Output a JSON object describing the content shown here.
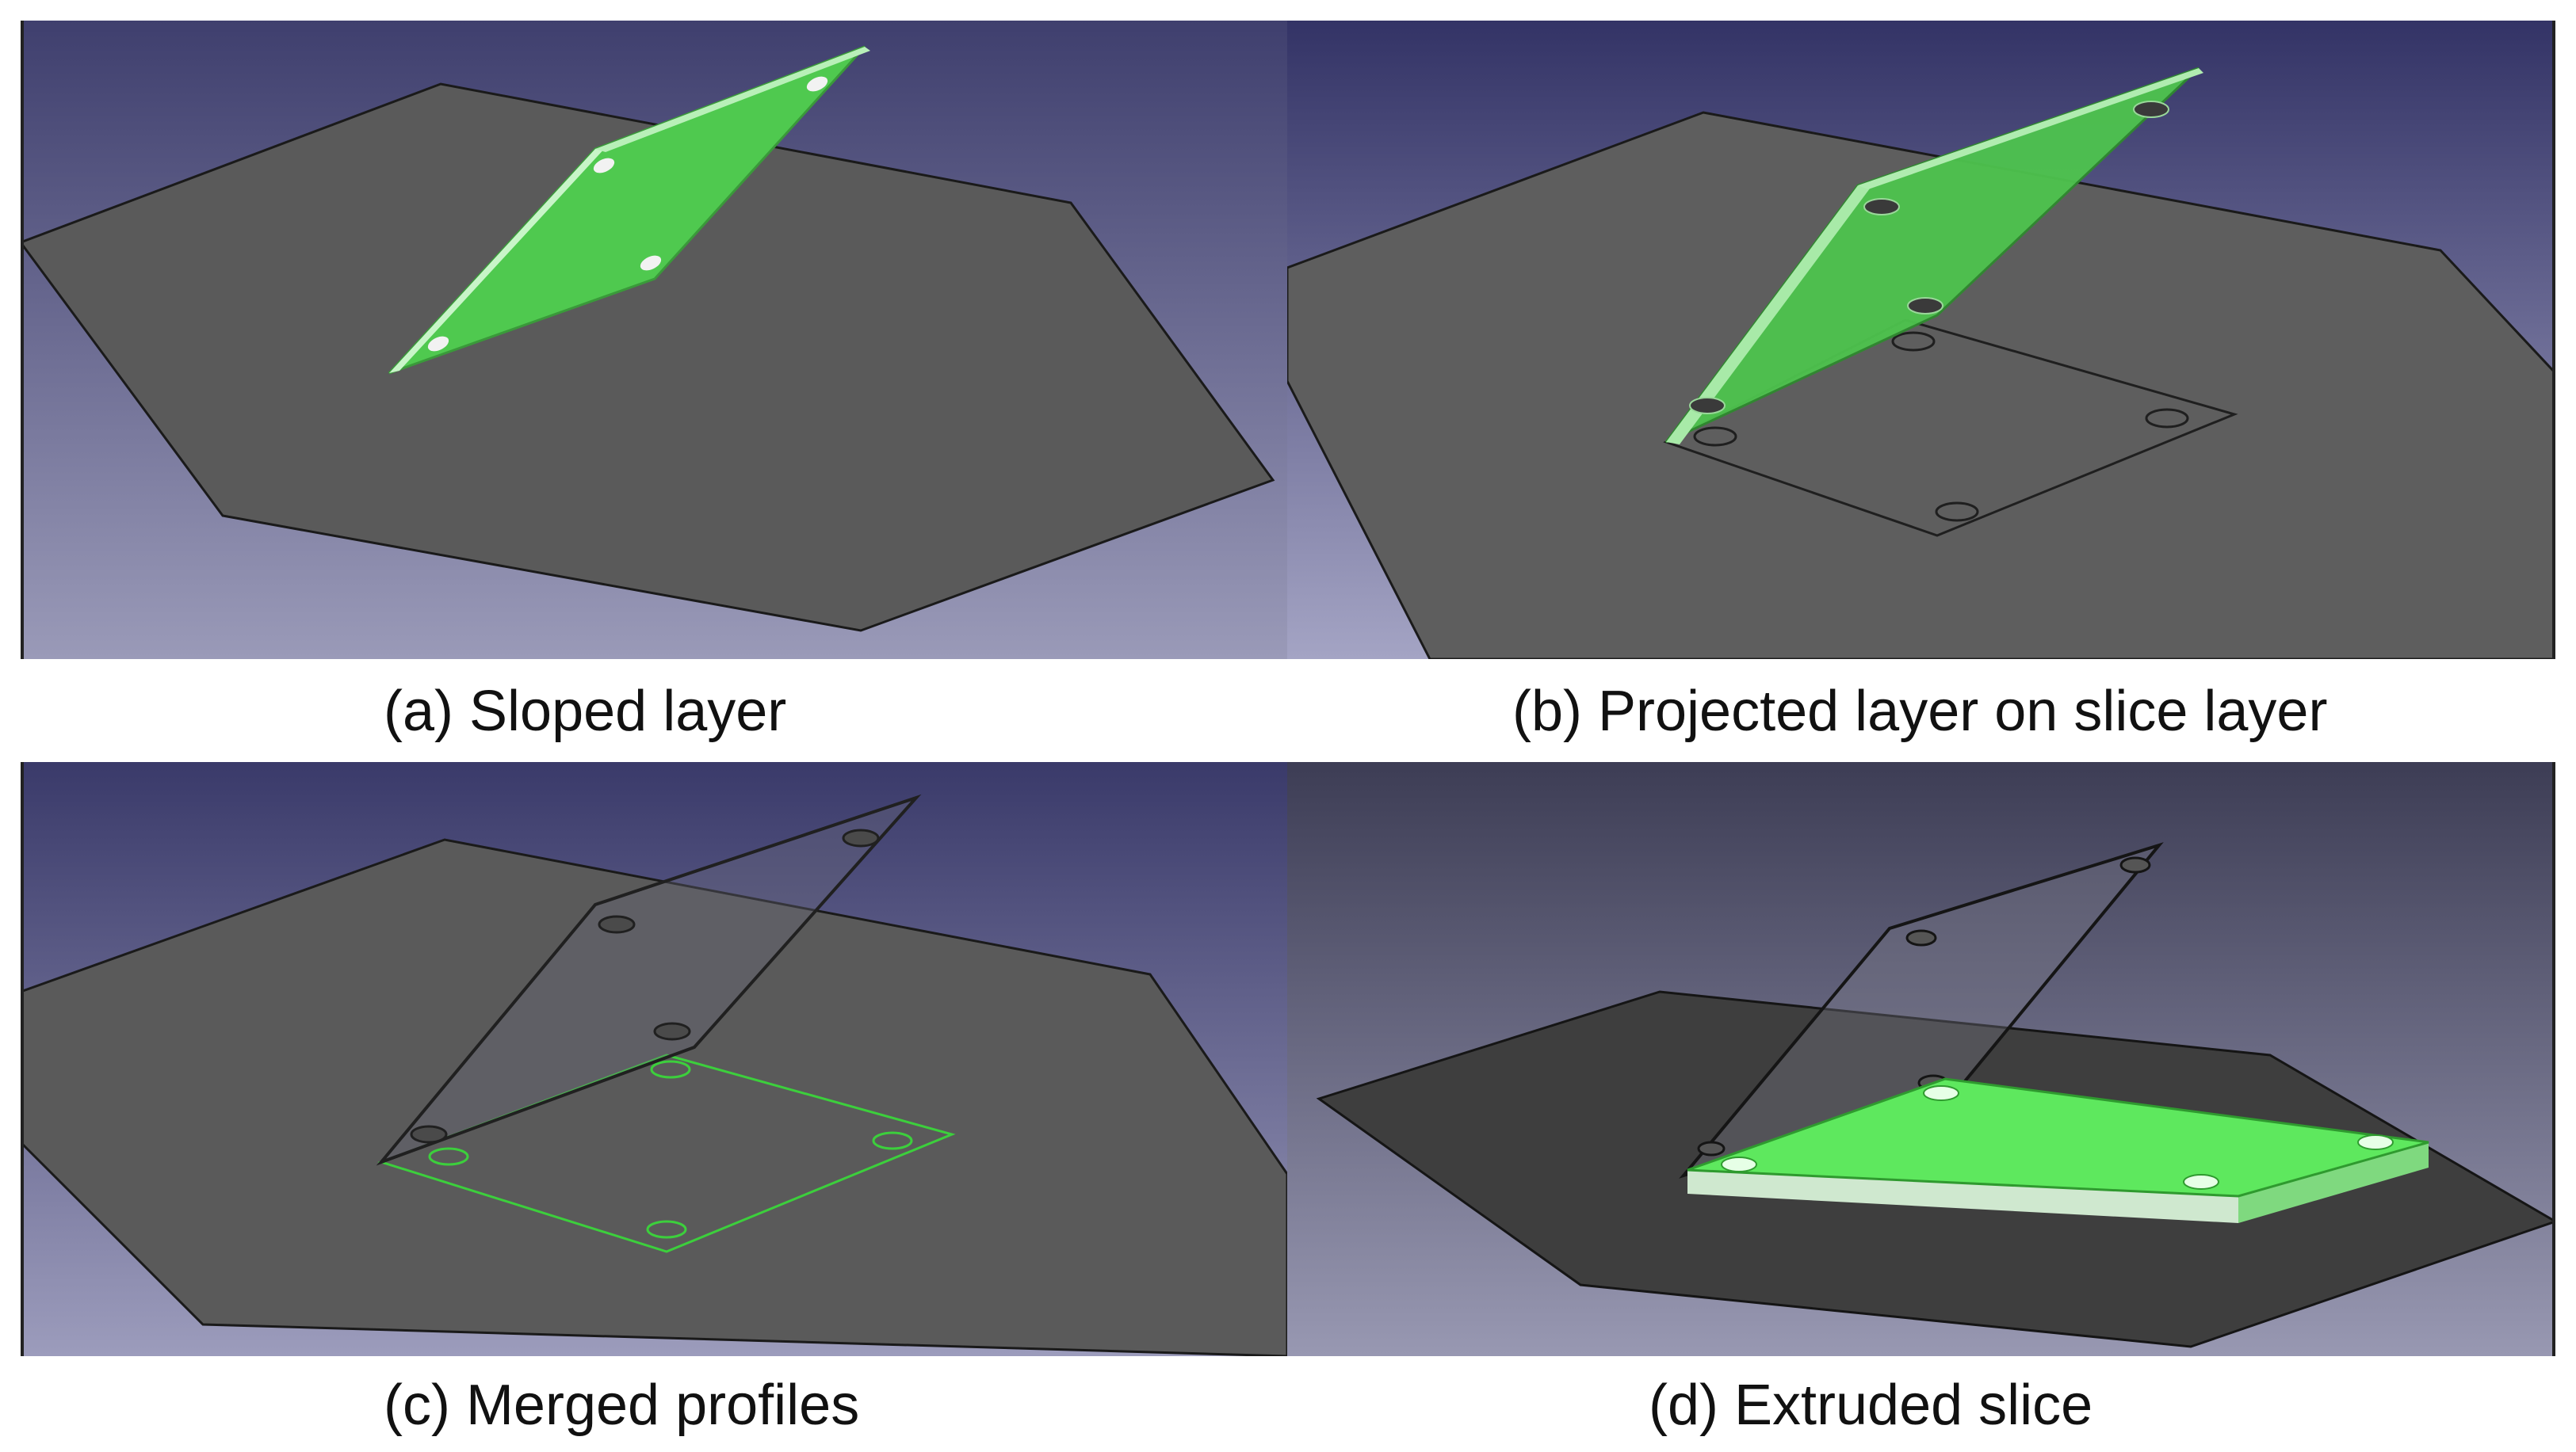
{
  "panels": [
    {
      "id": "a",
      "caption": "(a) Sloped layer"
    },
    {
      "id": "b",
      "caption": "(b) Projected layer on slice layer"
    },
    {
      "id": "c",
      "caption": "(c) Merged profiles"
    },
    {
      "id": "d",
      "caption": "(d) Extruded slice"
    }
  ],
  "colors": {
    "viewport_top": "#3f3f6e",
    "viewport_bottom": "#9a9ab8",
    "slice_plane": "#5a5a5a",
    "slice_plane_dark": "#3c3c3c",
    "part_green": "#4fc94f",
    "part_green_light": "#66ee66",
    "part_edge": "#b8f0b8",
    "outline": "#1a1a1a"
  }
}
